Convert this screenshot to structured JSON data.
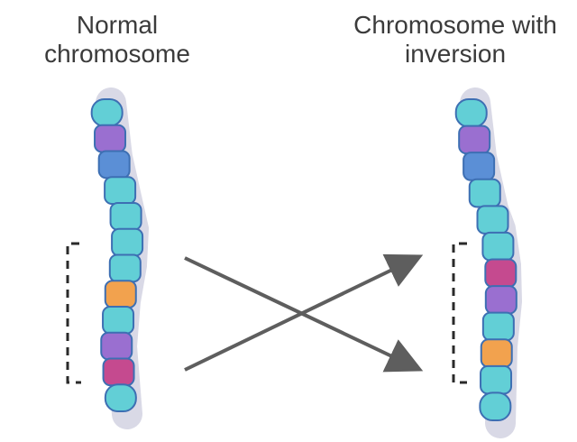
{
  "titles": {
    "left": [
      "Normal",
      "chromosome"
    ],
    "right": [
      "Chromosome with",
      "inversion"
    ]
  },
  "colors": {
    "outline": "#3d6fb3",
    "cyan": "#62cfd6",
    "purple": "#9a6fd0",
    "blue": "#5b8fd6",
    "orange": "#f2a24e",
    "magenta": "#c54a8f",
    "arrow": "#5e5e5e",
    "bracket": "#2a2a2a",
    "title_text": "#3b3b3b"
  },
  "chromosomes": [
    {
      "name": "normal-chromosome",
      "bands": [
        "cyan",
        "purple",
        "blue",
        "cyan",
        "cyan",
        "cyan",
        "cyan",
        "orange",
        "cyan",
        "purple",
        "magenta",
        "cyan"
      ]
    },
    {
      "name": "inverted-chromosome",
      "bands": [
        "cyan",
        "purple",
        "blue",
        "cyan",
        "cyan",
        "cyan",
        "magenta",
        "purple",
        "cyan",
        "orange",
        "cyan",
        "cyan"
      ]
    }
  ],
  "bracket_icons": [
    "dashed-bracket-icon",
    "dashed-bracket-icon"
  ],
  "arrow_icons": [
    "arrow-down-right-icon",
    "arrow-up-right-icon"
  ]
}
